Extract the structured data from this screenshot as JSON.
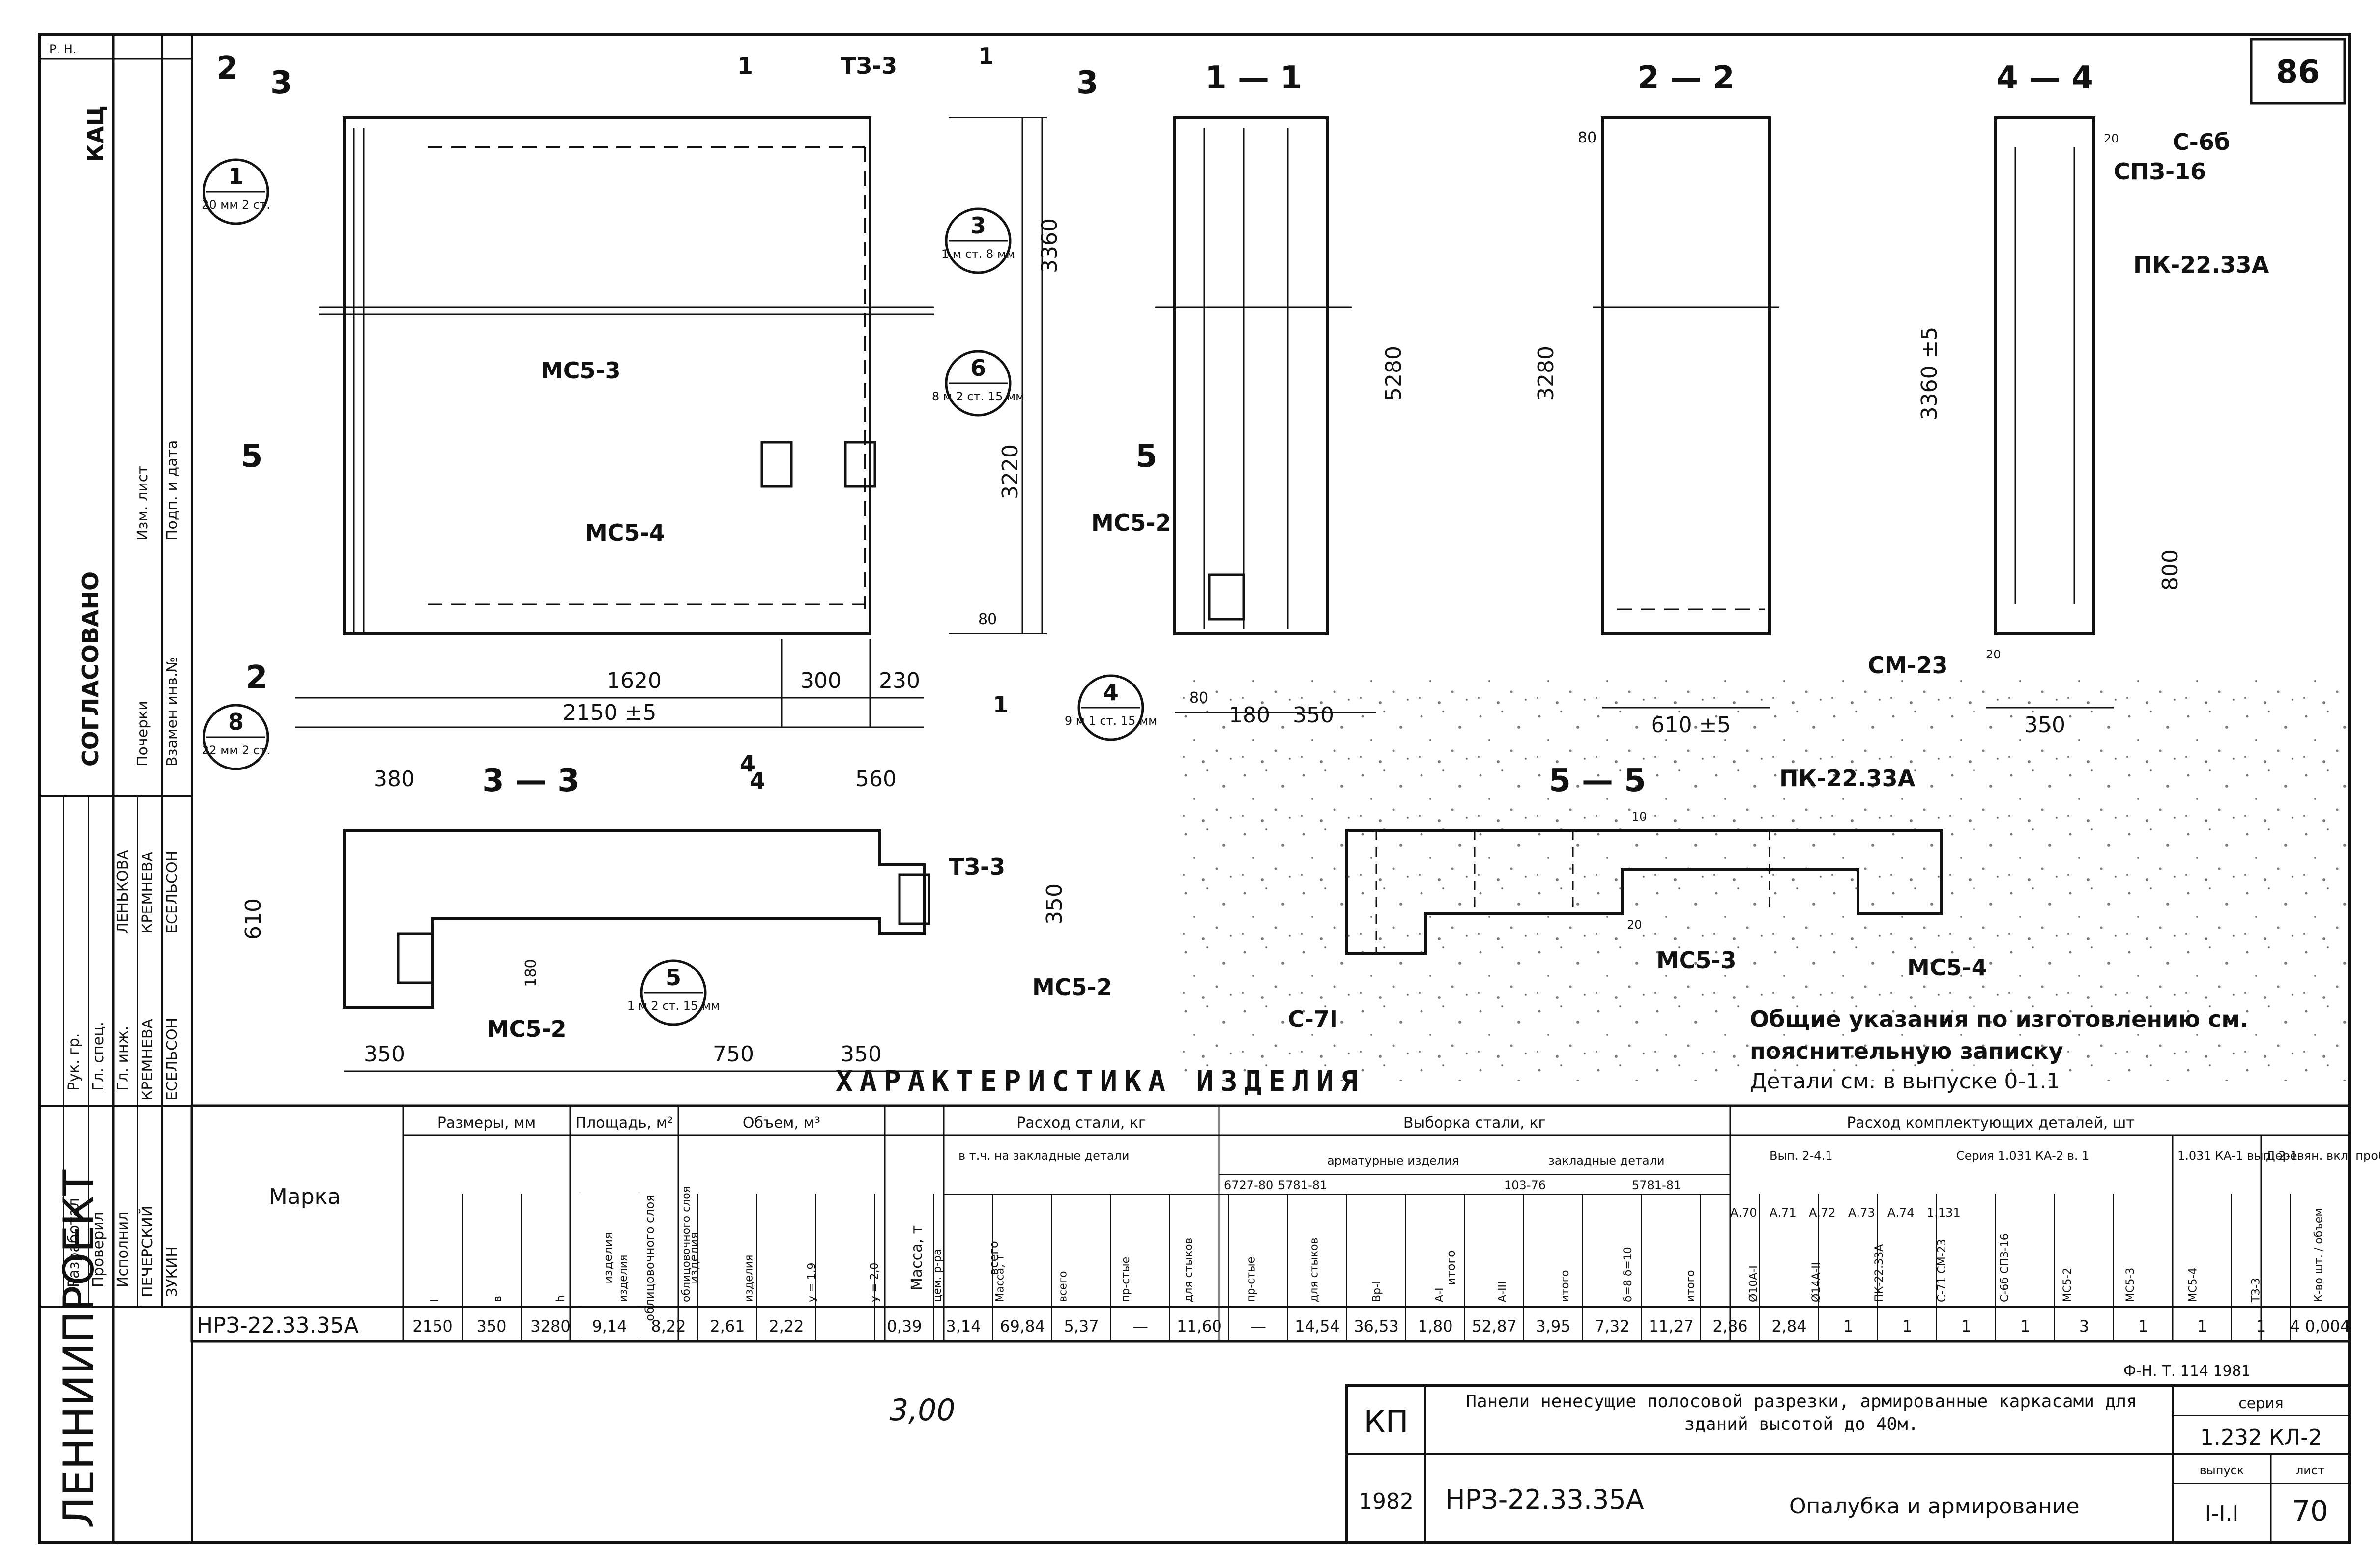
{
  "sheet_number": "86",
  "left_strip": {
    "org": "ЛЕННИИПРОЕКТ",
    "agreed": "СОГЛАСОВАНО",
    "top_tag": "Р. Н.",
    "stamp": "КАЦ",
    "roles": [
      "Разработал",
      "Проверил",
      "Исполнил",
      "Рук. гр.",
      "Гл. спец.",
      "Гл. инж."
    ],
    "names": [
      "КРЕМНЕВА",
      "ЕСЕЛЬСОН",
      "КРЕМНЕВА",
      "ЕСЕЛЬСОН",
      "ЛЕНЬКОВА",
      "ПЕЧЕРСКИЙ",
      "ЗУКИН"
    ],
    "side_col": [
      "Почерки",
      "Изм. лист",
      "Взамен инв.№",
      "Подп. и дата"
    ]
  },
  "views": {
    "front": {
      "dims": [
        "1620",
        "300",
        "230",
        "2150 ±5",
        "3220",
        "3360",
        "80"
      ],
      "labels": [
        "МС5-3",
        "МС5-4",
        "ТЗ-3"
      ],
      "cuts": [
        "2",
        "3",
        "1",
        "1",
        "4",
        "3",
        "5",
        "5",
        "2",
        "1",
        "1"
      ]
    },
    "section_11": {
      "title": "1 — 1",
      "dims": [
        "5280",
        "80",
        "180",
        "350"
      ],
      "labels": [
        "МС5-2"
      ],
      "cut": "5"
    },
    "section_22": {
      "title": "2 — 2",
      "dims": [
        "3280",
        "80",
        "610 ±5"
      ]
    },
    "section_44": {
      "title": "4 — 4",
      "dims": [
        "3360 ±5",
        "800",
        "350",
        "20",
        "20"
      ],
      "labels": [
        "С-6б",
        "СПЗ-16",
        "ПК-22.33А",
        "СМ-23"
      ]
    },
    "section_33": {
      "title": "3 — 3",
      "dims": [
        "380",
        "560",
        "610",
        "350",
        "180",
        "350",
        "750",
        "350"
      ],
      "labels": [
        "ТЗ-3",
        "МС5-2",
        "МС5-2"
      ],
      "cut": "4"
    },
    "section_55": {
      "title": "5 — 5",
      "dims": [
        "10",
        "20"
      ],
      "labels": [
        "ПК-22.33А",
        "МС5-3",
        "МС5-4",
        "С-7І"
      ]
    }
  },
  "callouts": [
    {
      "num": "1",
      "ref": "20 мм 2 ст."
    },
    {
      "num": "3",
      "ref": "1 м ст. 8 мм"
    },
    {
      "num": "6",
      "ref": "8 м 2 ст. 15 мм"
    },
    {
      "num": "8",
      "ref": "22 мм 2 ст."
    },
    {
      "num": "4",
      "ref": "9 м 1 ст. 15 мм"
    },
    {
      "num": "5",
      "ref": "1 м 2 ст. 15 мм"
    }
  ],
  "notes": [
    "Общие указания по изготовлению см.",
    "пояснительную записку",
    "Детали см. в выпуске 0-1.1"
  ],
  "table": {
    "title": "ХАРАКТЕРИСТИКА ИЗДЕЛИЯ",
    "groups": [
      "Марка",
      "Размеры, мм",
      "Площадь, м²",
      "Объем, м³",
      "Масса, т",
      "Расход стали, кг",
      "Выборка стали, кг",
      "Расход комплектующих деталей, шт"
    ],
    "subgroups": [
      "изделия",
      "облицовочного слоя",
      "изделия",
      "в т.ч. на закладные детали",
      "арматурные изделия",
      "закладные детали",
      "Вып. 2-4.1",
      "Серия 1.031 КА-2 в. 1",
      "1.031 КА-1 вып. 2-1",
      "Деревян. вкл. пробки",
      "всего",
      "итого"
    ],
    "headers": [
      "l",
      "в",
      "h",
      "изделия",
      "облицовочного слоя",
      "изделия",
      "у = 1,9",
      "у = 2,0",
      "цем. р-ра",
      "Масса, т",
      "всего",
      "пр-стые",
      "для стыков",
      "пр-стые",
      "для стыков",
      "Вр-І",
      "А-І",
      "А-ІІІ",
      "итого",
      "δ=8 δ=10",
      "итого",
      "Ø10А-І",
      "Ø14А-ІІ",
      "ПК-22.33А",
      "С-71 СМ-23",
      "С-6б СПЗ-16",
      "МС5-2",
      "МС5-3",
      "МС5-4",
      "ТЗ-3",
      "К-во шт. / объем"
    ],
    "gost_codes": [
      "6727-80",
      "5781-81",
      "103-76",
      "5781-81"
    ],
    "row": {
      "mark": "НРЗ-22.33.35А",
      "cells": [
        "2150",
        "350",
        "3280",
        "9,14",
        "8,22",
        "2,61",
        "2,22",
        "",
        "0,39",
        "3,14",
        "69,84",
        "5,37",
        "—",
        "11,60",
        "—",
        "14,54",
        "36,53",
        "1,80",
        "52,87",
        "3,95",
        "7,32",
        "11,27",
        "2,86",
        "2,84",
        "1",
        "1",
        "1",
        "1",
        "3",
        "1",
        "1",
        "1",
        "4 0,004"
      ]
    },
    "extra_marks": [
      "А.70",
      "А.71",
      "А.72",
      "А.73",
      "А.74",
      "1.131"
    ],
    "footnote": "Ф-Н. Т. 114 1981"
  },
  "stray_pencil": "3,00",
  "title_block": {
    "code": "КП",
    "title": "Панели ненесущие полосовой разрезки, армированные каркасами для зданий высотой до 40м.",
    "series_label": "серия",
    "series": "1.232 КЛ-2",
    "year": "1982",
    "mark": "НРЗ-22.33.35А",
    "subject": "Опалубка и армирование",
    "issue_label": "выпуск",
    "issue": "І-І.І",
    "sheet_label": "лист",
    "sheet": "70"
  }
}
